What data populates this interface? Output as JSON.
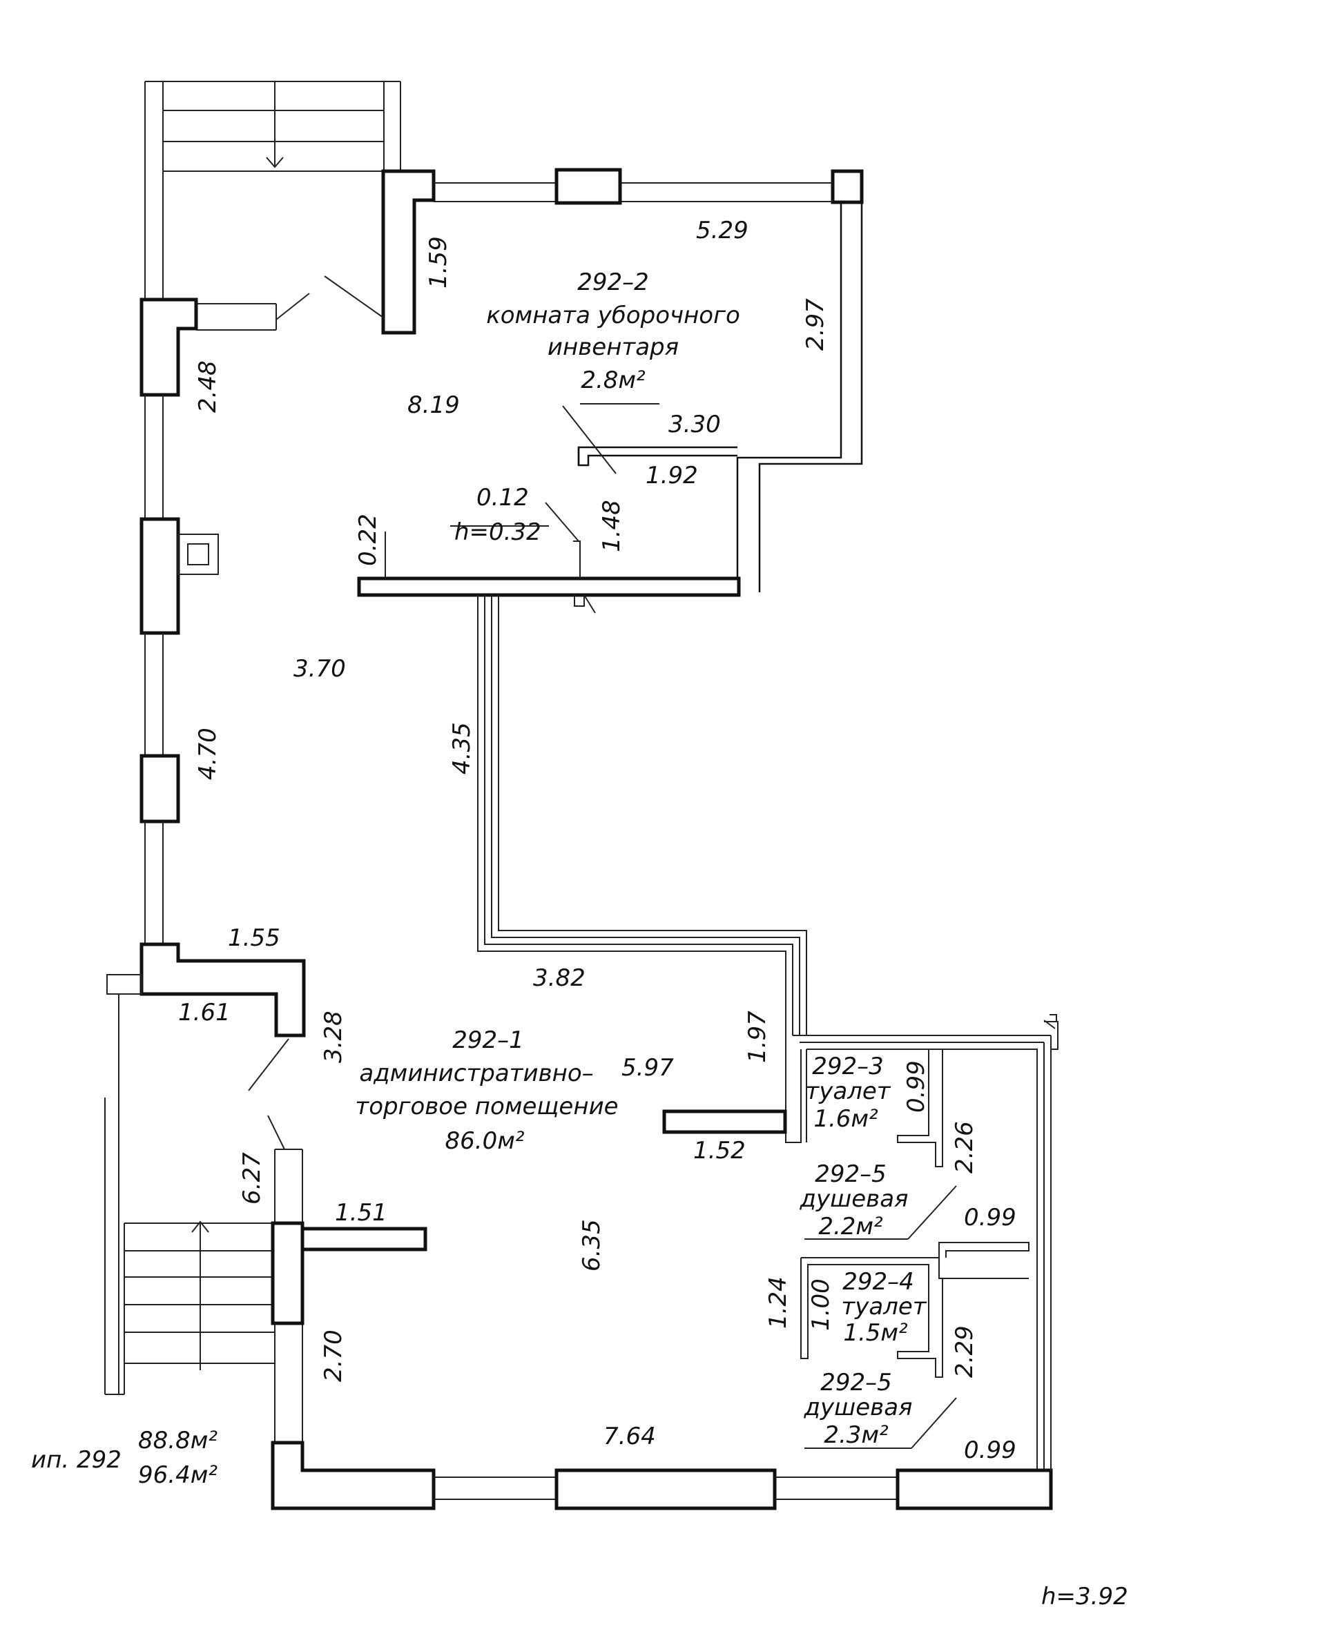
{
  "rooms": {
    "r1": {
      "id": "292–1",
      "name1": "административно–",
      "name2": "торговое помещение",
      "area": "86.0м²"
    },
    "r2": {
      "id": "292–2",
      "name1": "комната уборочного",
      "name2": "инвентаря",
      "area": "2.8м²"
    },
    "r3": {
      "id": "292–3",
      "name": "туалет",
      "area": "1.6м²"
    },
    "r4": {
      "id": "292–4",
      "name": "туалет",
      "area": "1.5м²"
    },
    "r5a": {
      "id": "292–5",
      "name": "душевая",
      "area": "2.2м²"
    },
    "r5b": {
      "id": "292–5",
      "name": "душевая",
      "area": "2.3м²"
    }
  },
  "dims": {
    "d_529": "5.29",
    "d_159": "1.59",
    "d_297": "2.97",
    "d_819": "8.19",
    "d_330": "3.30",
    "d_192": "1.92",
    "d_012": "0.12",
    "d_h032": "h=0.32",
    "d_148": "1.48",
    "d_022": "0.22",
    "d_248": "2.48",
    "d_370": "3.70",
    "d_470": "4.70",
    "d_435": "4.35",
    "d_155": "1.55",
    "d_161": "1.61",
    "d_382": "3.82",
    "d_328": "3.28",
    "d_597": "5.97",
    "d_197": "1.97",
    "d_099a": "0.99",
    "d_152": "1.52",
    "d_226": "2.26",
    "d_627": "6.27",
    "d_151": "1.51",
    "d_635": "6.35",
    "d_099b": "0.99",
    "d_124": "1.24",
    "d_100": "1.00",
    "d_229": "2.29",
    "d_270": "2.70",
    "d_764": "7.64",
    "d_099c": "0.99"
  },
  "legend": {
    "label": "ип. 292",
    "area1": "88.8м²",
    "area2": "96.4м²"
  },
  "height": "h=3.92"
}
